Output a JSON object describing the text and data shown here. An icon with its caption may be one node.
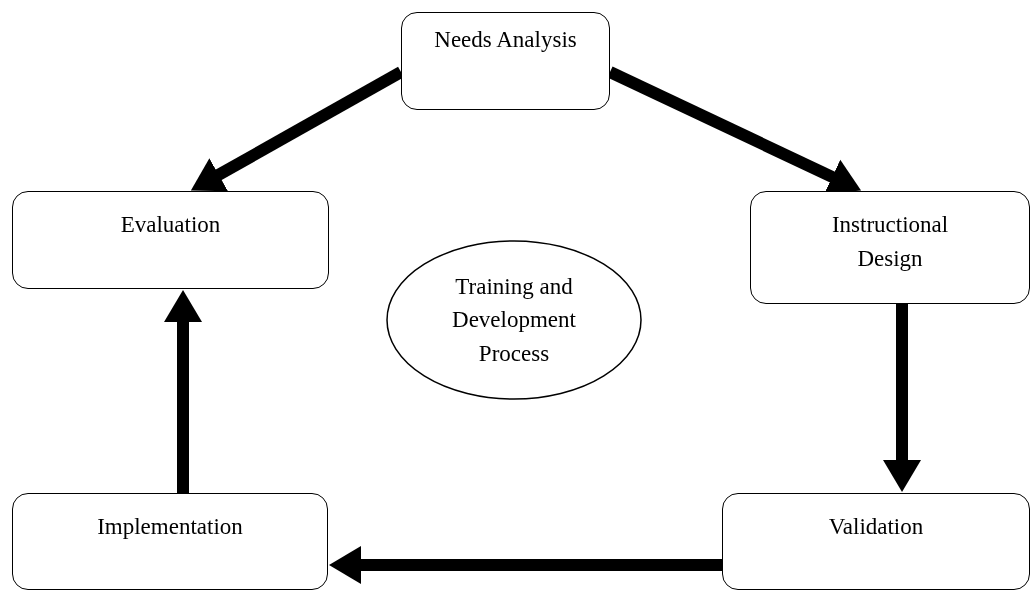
{
  "diagram": {
    "nodes": [
      {
        "text": [
          "Needs Analysis"
        ]
      },
      {
        "text": [
          "Evaluation"
        ]
      },
      {
        "text": [
          "Instructional Design"
        ]
      },
      {
        "text": [
          "Training and Development Process"
        ]
      },
      {
        "text": [
          "Implementation"
        ]
      },
      {
        "text": [
          "Validation"
        ]
      }
    ],
    "edges": [
      {
        "from": 0,
        "to": 1,
        "arrow": "to"
      },
      {
        "from": 0,
        "to": 2,
        "arrow": "to"
      },
      {
        "from": 2,
        "to": 5,
        "arrow": "to"
      },
      {
        "from": 5,
        "to": 4,
        "arrow": "to"
      },
      {
        "from": 4,
        "to": 1,
        "arrow": "to"
      }
    ]
  }
}
